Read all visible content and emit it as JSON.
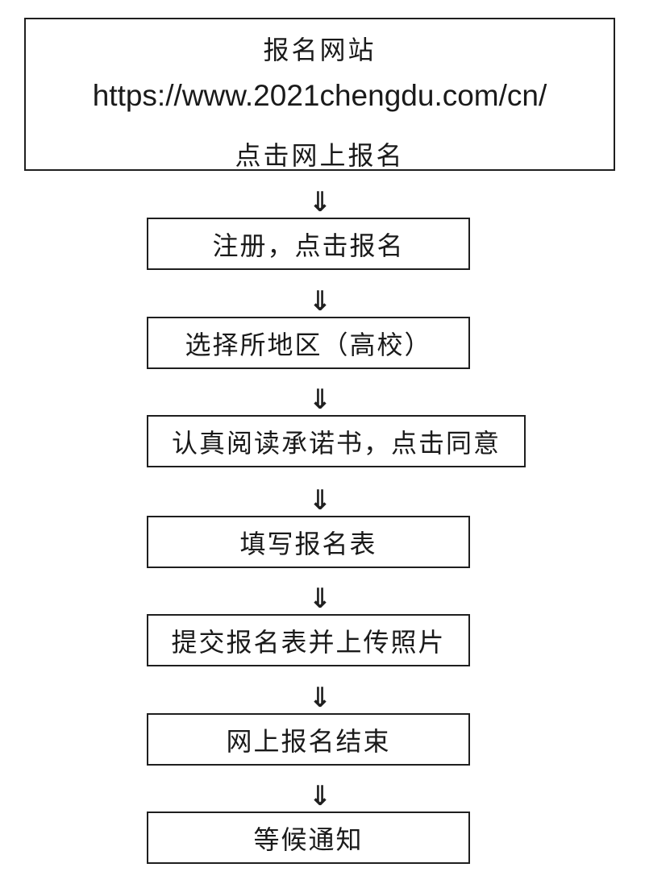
{
  "flowchart": {
    "top_box": {
      "title": "报名网站",
      "url": "https://www.2021chengdu.com/cn/",
      "subtitle": "点击网上报名"
    },
    "arrow_glyph": "⇓",
    "arrow_icon_name": "double-down-arrow-icon",
    "steps": [
      {
        "label": "注册，点击报名"
      },
      {
        "label": "选择所地区（高校）"
      },
      {
        "label": "认真阅读承诺书，点击同意"
      },
      {
        "label": "填写报名表"
      },
      {
        "label": "提交报名表并上传照片"
      },
      {
        "label": "网上报名结束"
      },
      {
        "label": "等候通知"
      }
    ],
    "colors": {
      "line": "#1f1f1f",
      "text": "#1a1a1a",
      "background": "#ffffff"
    }
  }
}
